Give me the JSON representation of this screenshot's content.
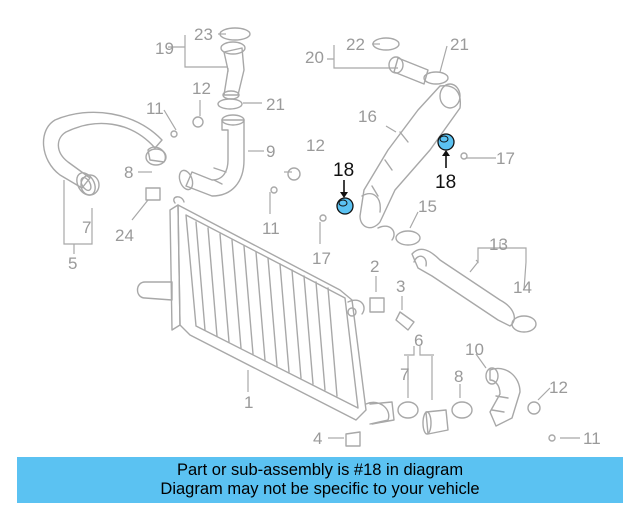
{
  "colors": {
    "highlight_part": "#5bc2f2",
    "caption_background": "#5bc2f2",
    "part_outline": "#a8a8a8",
    "label_gray": "#9a9a9a",
    "label_highlight": "#111111"
  },
  "labels": {
    "c1": "1",
    "c2": "2",
    "c3": "3",
    "c4": "4",
    "c5": "5",
    "c6": "6",
    "c7a": "7",
    "c7b": "7",
    "c8a": "8",
    "c8b": "8",
    "c9": "9",
    "c10": "10",
    "c11a": "11",
    "c11b": "11",
    "c11c": "11",
    "c12a": "12",
    "c12b": "12",
    "c12c": "12",
    "c13": "13",
    "c14": "14",
    "c15": "15",
    "c16": "16",
    "c17a": "17",
    "c17b": "17",
    "c18a": "18",
    "c18b": "18",
    "c19": "19",
    "c20": "20",
    "c21a": "21",
    "c21b": "21",
    "c22": "22",
    "c23": "23",
    "c24": "24"
  },
  "caption": {
    "line1": "Part or sub-assembly is #18 in diagram",
    "line2": "Diagram may not be specific to your vehicle"
  }
}
